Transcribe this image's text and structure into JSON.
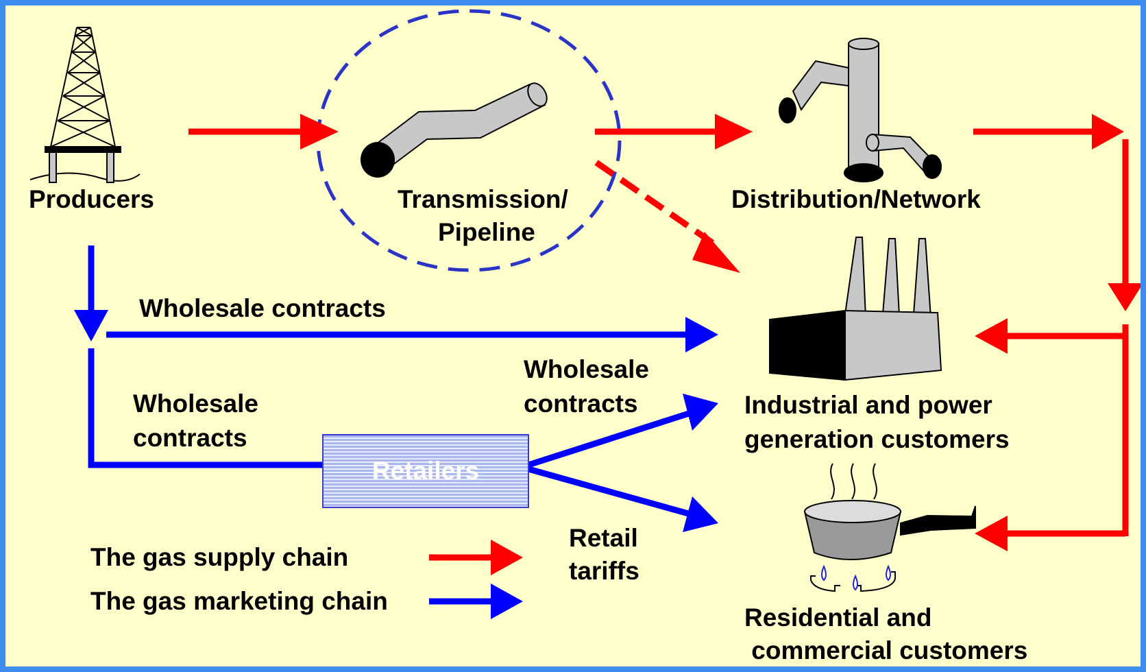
{
  "colors": {
    "background": "#ffffcc",
    "frame": "#3d8ef0",
    "supply_chain": "#ff0000",
    "marketing_chain": "#0000ff",
    "equipment_fill": "#c8c8c8"
  },
  "icons": [
    "oil-rig-icon",
    "pipeline-icon",
    "distribution-pipes-icon",
    "factory-icon",
    "saucepan-on-stove-icon"
  ],
  "nodes": {
    "producers": "Producers",
    "transmission_line1": "Transmission/",
    "transmission_line2": "Pipeline",
    "distribution": "Distribution/Network",
    "industrial_line1": "Industrial and power",
    "industrial_line2": "generation customers",
    "residential_line1": "Residential and",
    "residential_line2": " commercial customers",
    "retailers": "Retailers"
  },
  "edges": {
    "wholesale_top": "Wholesale contracts",
    "wholesale_left_line1": "Wholesale",
    "wholesale_left_line2": "contracts",
    "wholesale_right_line1": "Wholesale",
    "wholesale_right_line2": "contracts",
    "retail_line1": "Retail",
    "retail_line2": "tariffs"
  },
  "legend": {
    "supply_chain": "The gas supply chain",
    "marketing_chain": "The gas marketing chain"
  }
}
